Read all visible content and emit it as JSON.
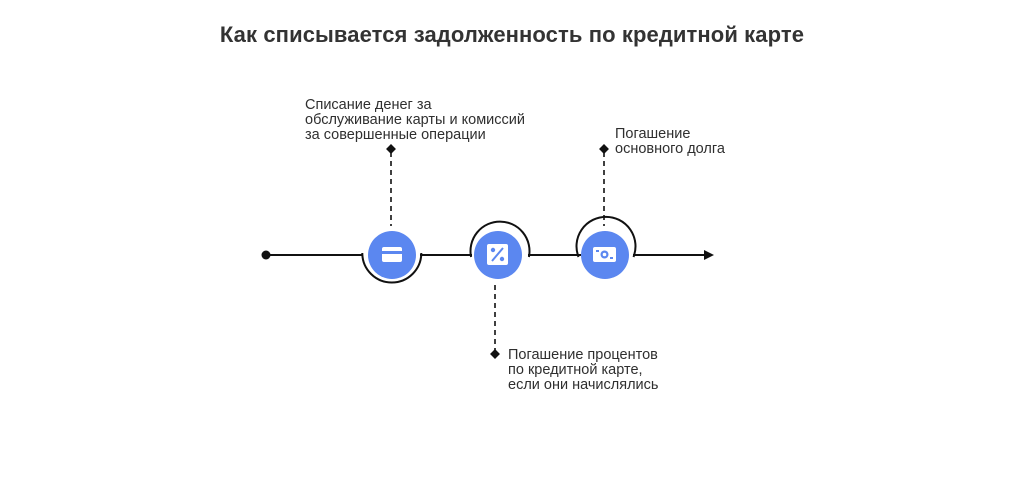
{
  "title": "Как списывается задолженность по кредитной карте",
  "steps": [
    {
      "icon": "credit-card-icon",
      "lines": [
        "Списание денег за",
        "обслуживание карты и комиссий",
        "за совершенные операции"
      ]
    },
    {
      "icon": "percent-icon",
      "lines": [
        "Погашение процентов",
        "по кредитной карте,",
        "если они начислялись"
      ]
    },
    {
      "icon": "money-bill-icon",
      "lines": [
        "Погашение",
        "основного долга"
      ]
    }
  ],
  "colors": {
    "accent": "#5B87F0",
    "line": "#111111",
    "text": "#2f2f2f"
  }
}
